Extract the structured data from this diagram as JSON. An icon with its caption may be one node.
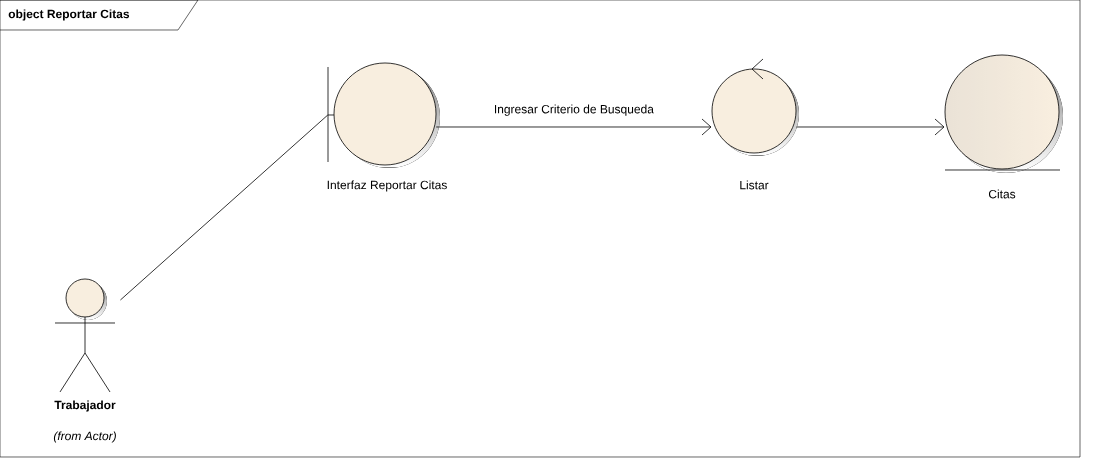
{
  "diagram": {
    "nodes": [
      {
        "text": [
          "object Reportar Citas"
        ]
      },
      {
        "text": [
          "Trabajador",
          "(from Actor)"
        ],
        "in": 0
      },
      {
        "text": [
          "Interfaz Reportar Citas"
        ],
        "in": 0
      },
      {
        "text": [
          "Listar"
        ],
        "in": 0
      },
      {
        "text": [
          "Citas"
        ],
        "in": 0
      }
    ],
    "edges": [
      {
        "from": 1,
        "to": 2,
        "arrow": "none"
      },
      {
        "from": 2,
        "to": 3,
        "arrow": "to",
        "label": "Ingresar Criterio de Busqueda"
      },
      {
        "from": 3,
        "to": 4,
        "arrow": "to"
      }
    ]
  }
}
